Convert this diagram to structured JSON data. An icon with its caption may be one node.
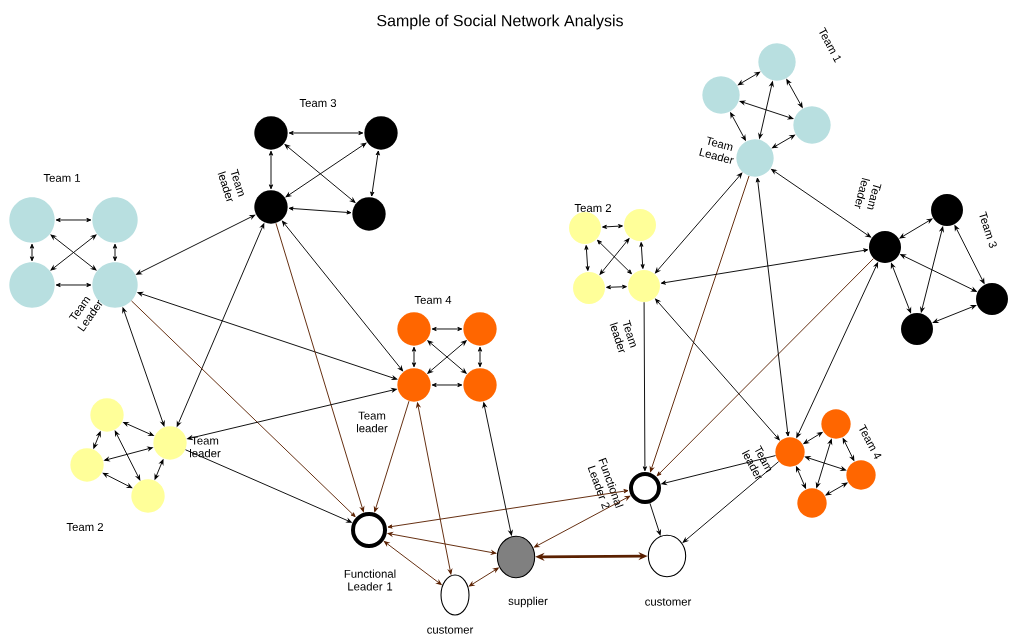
{
  "diagram": {
    "title": "Sample of Social Network Analysis",
    "nodes": [
      {
        "text": [],
        "shape": "circle"
      },
      {
        "text": [],
        "shape": "circle"
      },
      {
        "text": [],
        "shape": "circle"
      },
      {
        "text": [],
        "shape": "circle",
        "beside": [
          "Team Leader"
        ]
      },
      {
        "text": [],
        "shape": "circle"
      },
      {
        "text": [],
        "shape": "circle"
      },
      {
        "text": [],
        "shape": "circle",
        "beside": [
          "Team leader"
        ]
      },
      {
        "text": [],
        "shape": "circle"
      },
      {
        "text": [],
        "shape": "circle"
      },
      {
        "text": [],
        "shape": "circle"
      },
      {
        "text": [],
        "shape": "circle",
        "beside": [
          "Team leader"
        ]
      },
      {
        "text": [],
        "shape": "circle"
      },
      {
        "text": [],
        "shape": "circle"
      },
      {
        "text": [],
        "shape": "circle",
        "beside": [
          "Team leader"
        ]
      },
      {
        "text": [],
        "shape": "circle"
      },
      {
        "text": [],
        "shape": "circle"
      },
      {
        "text": [],
        "shape": "circle",
        "beside": [
          "Functional Leader 1"
        ]
      },
      {
        "text": [],
        "shape": "circle",
        "beside": [
          "customer"
        ]
      },
      {
        "text": [],
        "shape": "circle",
        "beside": [
          "supplier"
        ]
      },
      {
        "text": [],
        "shape": "circle"
      },
      {
        "text": [],
        "shape": "circle"
      },
      {
        "text": [],
        "shape": "circle"
      },
      {
        "text": [],
        "shape": "circle",
        "beside": [
          "Team Leader"
        ]
      },
      {
        "text": [],
        "shape": "circle"
      },
      {
        "text": [],
        "shape": "circle"
      },
      {
        "text": [],
        "shape": "circle"
      },
      {
        "text": [],
        "shape": "circle",
        "beside": [
          "Team leader"
        ]
      },
      {
        "text": [],
        "shape": "circle",
        "beside": [
          "Team leader"
        ]
      },
      {
        "text": [],
        "shape": "circle"
      },
      {
        "text": [],
        "shape": "circle"
      },
      {
        "text": [],
        "shape": "circle"
      },
      {
        "text": [],
        "shape": "circle",
        "beside": [
          "Team leader"
        ]
      },
      {
        "text": [],
        "shape": "circle"
      },
      {
        "text": [],
        "shape": "circle"
      },
      {
        "text": [],
        "shape": "circle"
      },
      {
        "text": [],
        "shape": "circle",
        "beside": [
          "Functional Leader 2"
        ]
      },
      {
        "text": [],
        "shape": "circle",
        "beside": [
          "customer"
        ]
      }
    ],
    "edges": [
      {
        "from": 0,
        "to": 1,
        "arrow": "both"
      },
      {
        "from": 0,
        "to": 2,
        "arrow": "both"
      },
      {
        "from": 0,
        "to": 3,
        "arrow": "both"
      },
      {
        "from": 1,
        "to": 2,
        "arrow": "both"
      },
      {
        "from": 1,
        "to": 3,
        "arrow": "both"
      },
      {
        "from": 2,
        "to": 3,
        "arrow": "both"
      },
      {
        "from": 4,
        "to": 5,
        "arrow": "both"
      },
      {
        "from": 4,
        "to": 6,
        "arrow": "both"
      },
      {
        "from": 4,
        "to": 7,
        "arrow": "both"
      },
      {
        "from": 5,
        "to": 6,
        "arrow": "both"
      },
      {
        "from": 5,
        "to": 7,
        "arrow": "both"
      },
      {
        "from": 6,
        "to": 7,
        "arrow": "both"
      },
      {
        "from": 8,
        "to": 9,
        "arrow": "both"
      },
      {
        "from": 8,
        "to": 10,
        "arrow": "both"
      },
      {
        "from": 8,
        "to": 11,
        "arrow": "both"
      },
      {
        "from": 9,
        "to": 10,
        "arrow": "both"
      },
      {
        "from": 9,
        "to": 11,
        "arrow": "both"
      },
      {
        "from": 10,
        "to": 11,
        "arrow": "both"
      },
      {
        "from": 12,
        "to": 13,
        "arrow": "both"
      },
      {
        "from": 12,
        "to": 14,
        "arrow": "both"
      },
      {
        "from": 12,
        "to": 15,
        "arrow": "both"
      },
      {
        "from": 13,
        "to": 14,
        "arrow": "both"
      },
      {
        "from": 13,
        "to": 15,
        "arrow": "both"
      },
      {
        "from": 14,
        "to": 15,
        "arrow": "both"
      },
      {
        "from": 19,
        "to": 20,
        "arrow": "both"
      },
      {
        "from": 19,
        "to": 21,
        "arrow": "both"
      },
      {
        "from": 19,
        "to": 22,
        "arrow": "both"
      },
      {
        "from": 20,
        "to": 21,
        "arrow": "both"
      },
      {
        "from": 20,
        "to": 22,
        "arrow": "both"
      },
      {
        "from": 21,
        "to": 22,
        "arrow": "both"
      },
      {
        "from": 23,
        "to": 24,
        "arrow": "both"
      },
      {
        "from": 23,
        "to": 25,
        "arrow": "both"
      },
      {
        "from": 23,
        "to": 26,
        "arrow": "both"
      },
      {
        "from": 24,
        "to": 25,
        "arrow": "both"
      },
      {
        "from": 24,
        "to": 26,
        "arrow": "both"
      },
      {
        "from": 25,
        "to": 26,
        "arrow": "both"
      },
      {
        "from": 27,
        "to": 28,
        "arrow": "both"
      },
      {
        "from": 27,
        "to": 29,
        "arrow": "both"
      },
      {
        "from": 27,
        "to": 30,
        "arrow": "both"
      },
      {
        "from": 28,
        "to": 29,
        "arrow": "both"
      },
      {
        "from": 28,
        "to": 30,
        "arrow": "both"
      },
      {
        "from": 29,
        "to": 30,
        "arrow": "both"
      },
      {
        "from": 31,
        "to": 32,
        "arrow": "both"
      },
      {
        "from": 31,
        "to": 33,
        "arrow": "both"
      },
      {
        "from": 31,
        "to": 34,
        "arrow": "both"
      },
      {
        "from": 32,
        "to": 33,
        "arrow": "both"
      },
      {
        "from": 32,
        "to": 34,
        "arrow": "both"
      },
      {
        "from": 33,
        "to": 34,
        "arrow": "both"
      },
      {
        "from": 3,
        "to": 6,
        "arrow": "both"
      },
      {
        "from": 3,
        "to": 10,
        "arrow": "both"
      },
      {
        "from": 3,
        "to": 13,
        "arrow": "both"
      },
      {
        "from": 6,
        "to": 13,
        "arrow": "both"
      },
      {
        "from": 3,
        "to": 16,
        "arrow": "to",
        "color": "#5a2000"
      },
      {
        "from": 6,
        "to": 16,
        "arrow": "to",
        "color": "#5a2000"
      },
      {
        "from": 6,
        "to": 10,
        "arrow": "both"
      },
      {
        "from": 13,
        "to": 10,
        "arrow": "both"
      },
      {
        "from": 13,
        "to": 16,
        "arrow": "to"
      },
      {
        "from": 10,
        "to": 16,
        "arrow": "to",
        "color": "#5a2000"
      },
      {
        "from": 16,
        "to": 35,
        "arrow": "both",
        "color": "#5a2000"
      },
      {
        "from": 16,
        "to": 18,
        "arrow": "both",
        "color": "#5a2000"
      },
      {
        "from": 16,
        "to": 17,
        "arrow": "both",
        "color": "#5a2000"
      },
      {
        "from": 17,
        "to": 18,
        "arrow": "both",
        "color": "#5a2000"
      },
      {
        "from": 10,
        "to": 17,
        "arrow": "both",
        "color": "#5a2000"
      },
      {
        "from": 11,
        "to": 18,
        "arrow": "both"
      },
      {
        "from": 18,
        "to": 35,
        "arrow": "both",
        "color": "#5a2000"
      },
      {
        "from": 18,
        "to": 36,
        "arrow": "both",
        "style": "thick",
        "color": "#5a2000"
      },
      {
        "from": 22,
        "to": 26,
        "arrow": "both"
      },
      {
        "from": 22,
        "to": 35,
        "arrow": "to",
        "color": "#5a2000"
      },
      {
        "from": 27,
        "to": 22,
        "arrow": "both"
      },
      {
        "from": 27,
        "to": 26,
        "arrow": "both"
      },
      {
        "from": 27,
        "to": 35,
        "arrow": "to",
        "color": "#5a2000"
      },
      {
        "from": 26,
        "to": 35,
        "arrow": "to"
      },
      {
        "from": 26,
        "to": 31,
        "arrow": "both"
      },
      {
        "from": 22,
        "to": 31,
        "arrow": "both"
      },
      {
        "from": 27,
        "to": 31,
        "arrow": "both"
      },
      {
        "from": 31,
        "to": 35,
        "arrow": "to"
      },
      {
        "from": 35,
        "to": 36,
        "arrow": "to"
      },
      {
        "from": 31,
        "to": 36,
        "arrow": "to"
      }
    ],
    "labels": [
      "Team 1",
      "Team 3",
      "Team 2",
      "Team 4",
      "Team 1",
      "Team 2",
      "Team 3",
      "Team 4"
    ]
  }
}
